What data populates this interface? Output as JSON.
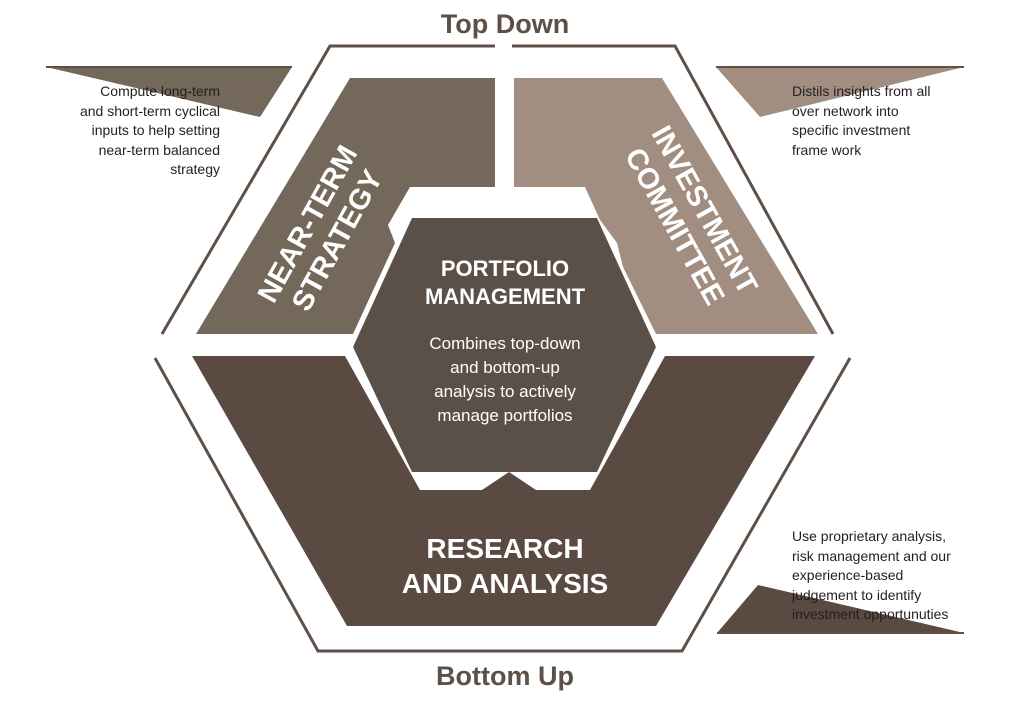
{
  "axis_labels": {
    "top": "Top Down",
    "bottom": "Bottom Up"
  },
  "segments": {
    "near_term": {
      "title_lines": [
        "NEAR-TERM",
        "STRATEGY"
      ],
      "color": "#736859"
    },
    "investment_committee": {
      "title_lines": [
        "INVESTMENT",
        "COMMITTEE"
      ],
      "color": "#a18e81"
    },
    "research": {
      "title_lines": [
        "RESEARCH",
        "AND ANALYSIS"
      ],
      "color": "#5a4a42"
    },
    "portfolio": {
      "title_lines": [
        "PORTFOLIO",
        "MANAGEMENT"
      ],
      "body_lines": [
        "Combines top-down",
        "and bottom-up",
        "analysis to actively",
        "manage portfolios"
      ],
      "color": "#5b5048"
    }
  },
  "annotations": {
    "near_term": [
      "Compute long-term",
      "and short-term cyclical",
      "inputs to help setting",
      "near-term balanced",
      "strategy"
    ],
    "investment_committee": [
      "Distils insights from all",
      "over network into",
      "specific investment",
      "frame work"
    ],
    "research": [
      "Use proprietary analysis,",
      "risk management and our",
      "experience-based",
      "judgement to identify",
      "investment opportunuties"
    ]
  },
  "colors": {
    "outline": "#5e4f47",
    "text_dark": "#5e4f47",
    "text_light": "#ffffff"
  }
}
